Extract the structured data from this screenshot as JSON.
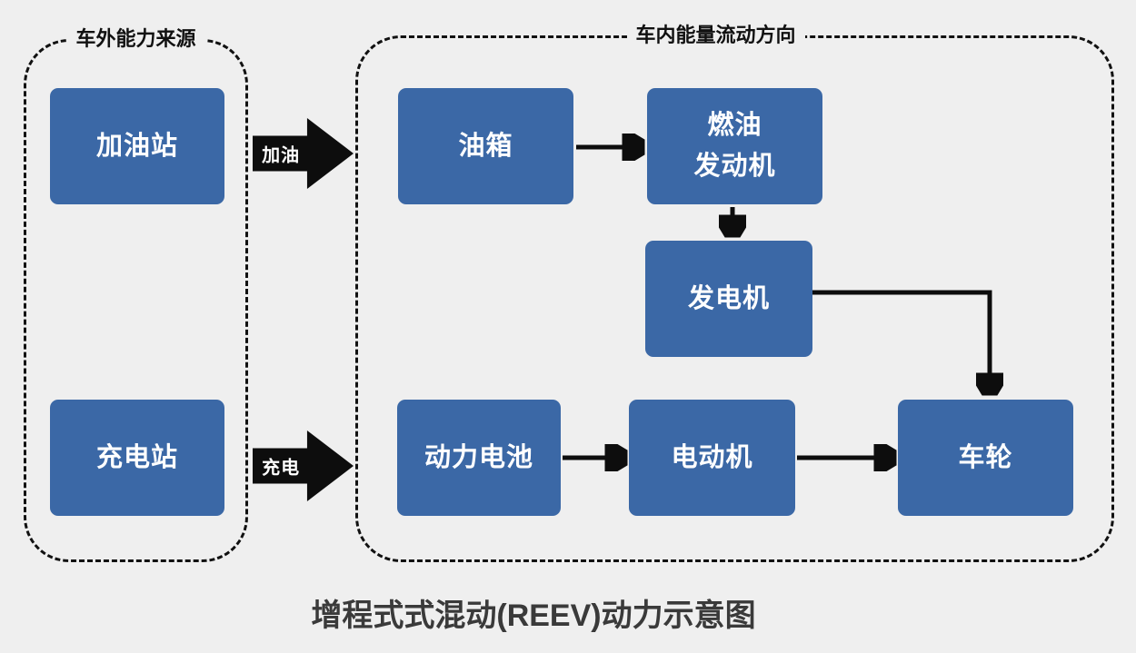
{
  "page": {
    "title": "增程式式混动(REEV)动力示意图",
    "background_color": "#efefef"
  },
  "colors": {
    "node_fill": "#3b68a6",
    "node_text": "#ffffff",
    "connector": "#0d0d0d",
    "dashed_border": "#111111"
  },
  "containers": {
    "external_source": {
      "label": "车外能力来源"
    },
    "internal_flow": {
      "label": "车内能量流动方向"
    }
  },
  "nodes": {
    "gas_station": {
      "label": "加油站"
    },
    "charging_station": {
      "label": "充电站"
    },
    "fuel_tank": {
      "label": "油箱"
    },
    "fuel_engine": {
      "lines": [
        "燃油",
        "发动机"
      ]
    },
    "generator": {
      "label": "发电机"
    },
    "battery": {
      "label": "动力电池"
    },
    "motor": {
      "label": "电动机"
    },
    "wheel": {
      "label": "车轮"
    }
  },
  "flows": {
    "refuel": {
      "label": "加油"
    },
    "charge": {
      "label": "充电"
    }
  },
  "edges": [
    {
      "from": "gas_station",
      "to": "fuel_tank",
      "label": "加油"
    },
    {
      "from": "charging_station",
      "to": "battery",
      "label": "充电"
    },
    {
      "from": "fuel_tank",
      "to": "fuel_engine"
    },
    {
      "from": "fuel_engine",
      "to": "generator"
    },
    {
      "from": "generator",
      "to": "wheel"
    },
    {
      "from": "battery",
      "to": "motor"
    },
    {
      "from": "motor",
      "to": "wheel"
    }
  ]
}
